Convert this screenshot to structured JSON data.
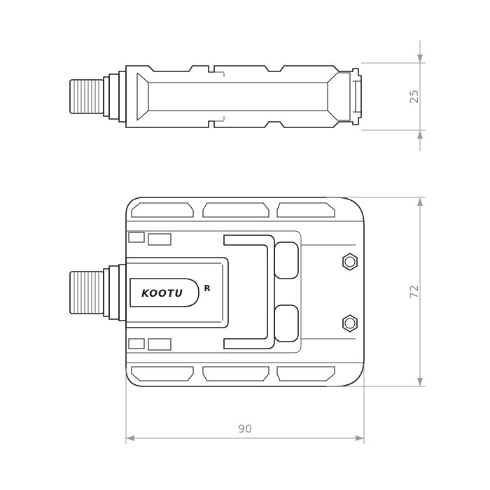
{
  "dimensions": {
    "height": "25",
    "length": "72",
    "width": "90"
  },
  "pedal": {
    "brand_logo": "KOOTU",
    "side_mark": "R"
  }
}
